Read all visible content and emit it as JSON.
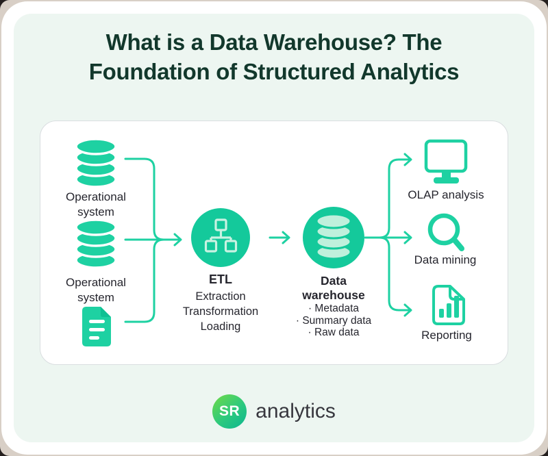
{
  "title": "What is a Data Warehouse? The\nFoundation of Structured Analytics",
  "diagram": {
    "source1": {
      "icon": "database-icon",
      "label": "Operational\nsystem"
    },
    "source2": {
      "icon": "database-icon",
      "label": "Operational\nsystem"
    },
    "source3": {
      "icon": "document-icon"
    },
    "etl": {
      "icon": "sitemap-icon",
      "title": "ETL",
      "steps": "Extraction\nTransformation\nLoading"
    },
    "warehouse": {
      "icon": "database-icon",
      "title": "Data\nwarehouse",
      "items": "· Metadata\n· Summary data\n· Raw data"
    },
    "outputs": [
      {
        "icon": "monitor-icon",
        "label": "OLAP analysis"
      },
      {
        "icon": "magnifier-icon",
        "label": "Data mining"
      },
      {
        "icon": "report-chart-icon",
        "label": "Reporting"
      }
    ]
  },
  "logo": {
    "monogram": "SR",
    "name": "analytics"
  },
  "colors": {
    "green": "#1ED1A2",
    "circle-green": "#14C99B",
    "pale": "#CCF4E4",
    "pale-cyl": "#BFF0DC",
    "glyph": "#C9F2E2",
    "title": "#12382C",
    "text": "#26262E",
    "panel": "#EDF6F1",
    "beige": "#D8CFC6"
  }
}
